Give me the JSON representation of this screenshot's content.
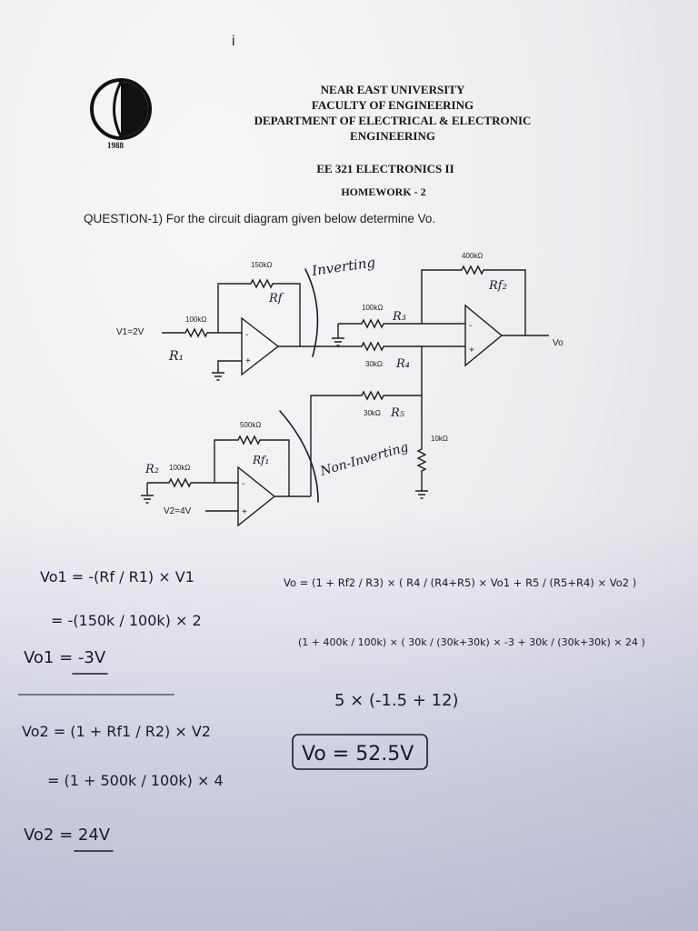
{
  "page_mark": "i",
  "logo": {
    "name": "university-seal",
    "year": "1988"
  },
  "header": {
    "line1": "NEAR EAST UNIVERSITY",
    "line2": "FACULTY OF ENGINEERING",
    "line3": "DEPARTMENT OF ELECTRICAL & ELECTRONIC",
    "line4": "ENGINEERING",
    "course": "EE 321 ELECTRONICS II",
    "homework": "HOMEWORK - 2"
  },
  "question": "QUESTION-1) For the circuit diagram given below determine Vo.",
  "circuit": {
    "v1": "V1=2V",
    "v2": "V2=4V",
    "vo": "Vo",
    "r1_value": "100kΩ",
    "rf_value": "150kΩ",
    "r3_value": "100kΩ",
    "r4_value": "30kΩ",
    "r5_value": "30kΩ",
    "rf2_value": "400kΩ",
    "r2_value": "100kΩ",
    "rf1_value": "500kΩ",
    "rground_value": "10kΩ",
    "minus": "-",
    "plus": "+"
  },
  "annotations": {
    "inverting": "Inverting",
    "non_inverting": "Non-Inverting",
    "r1": "R₁",
    "rf": "Rf",
    "r3": "R₃",
    "r4": "R₄",
    "r5": "R₅",
    "rf2": "Rf₂",
    "r2": "R₂",
    "rf1": "Rf₁"
  },
  "solution": {
    "vo1_eq1": "Vo1 = -(Rf / R1) × V1",
    "vo1_eq2": "= -(150k / 100k) × 2",
    "vo1_result": "Vo1 = -3V",
    "vo2_eq1": "Vo2 = (1 + Rf1 / R2) × V2",
    "vo2_eq2": "= (1 + 500k / 100k) × 4",
    "vo2_result": "Vo2 = 24V",
    "vo_eq1": "Vo = (1 + Rf2 / R3) × ( R4 / (R4+R5) × Vo1 + R5 / (R5+R4) × Vo2 )",
    "vo_eq2": "(1 + 400k / 100k) × ( 30k / (30k+30k) × -3 + 30k / (30k+30k) × 24 )",
    "vo_eq3": "5 × (-1.5 + 12)",
    "vo_result": "Vo = 52.5V"
  }
}
